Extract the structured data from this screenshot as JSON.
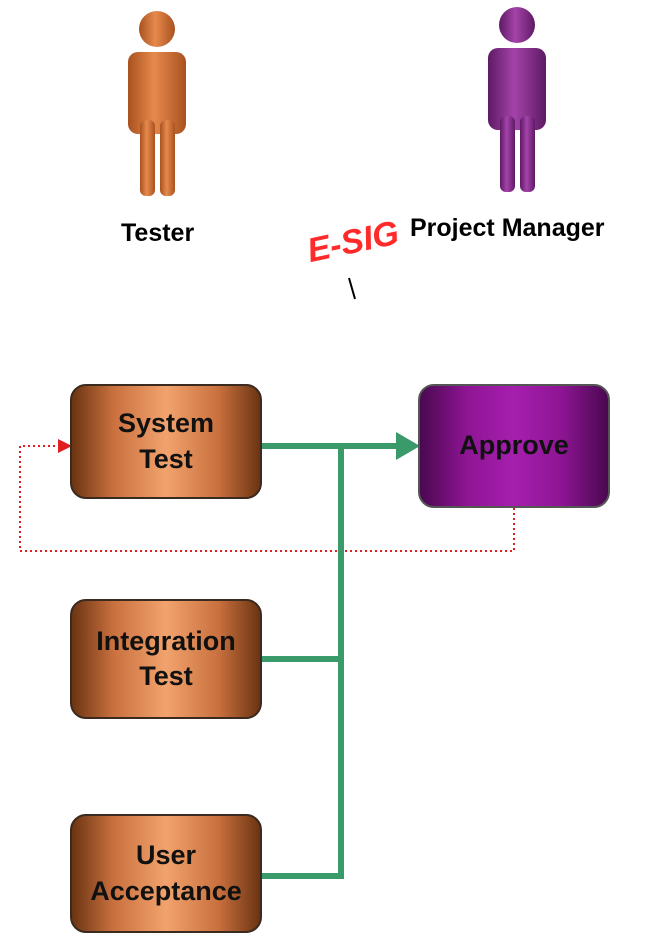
{
  "roles": {
    "tester": {
      "label": "Tester",
      "icon": "person-icon",
      "color": "#d9743a"
    },
    "project_manager": {
      "label": "Project Manager",
      "icon": "person-icon",
      "color": "#8a2a8e"
    }
  },
  "esig": {
    "label": "E-SIG",
    "color": "#ff2a2a"
  },
  "boxes": {
    "system_test": {
      "line1": "System",
      "line2": "Test"
    },
    "integration_test": {
      "line1": "Integration",
      "line2": "Test"
    },
    "user_acceptance": {
      "line1": "User",
      "line2": "Acceptance"
    },
    "approve": {
      "label": "Approve"
    }
  },
  "colors": {
    "connector": "#3a9a6a",
    "feedback": "#e02020",
    "test_box": "#c9703e",
    "approve_box": "#8e1594"
  }
}
